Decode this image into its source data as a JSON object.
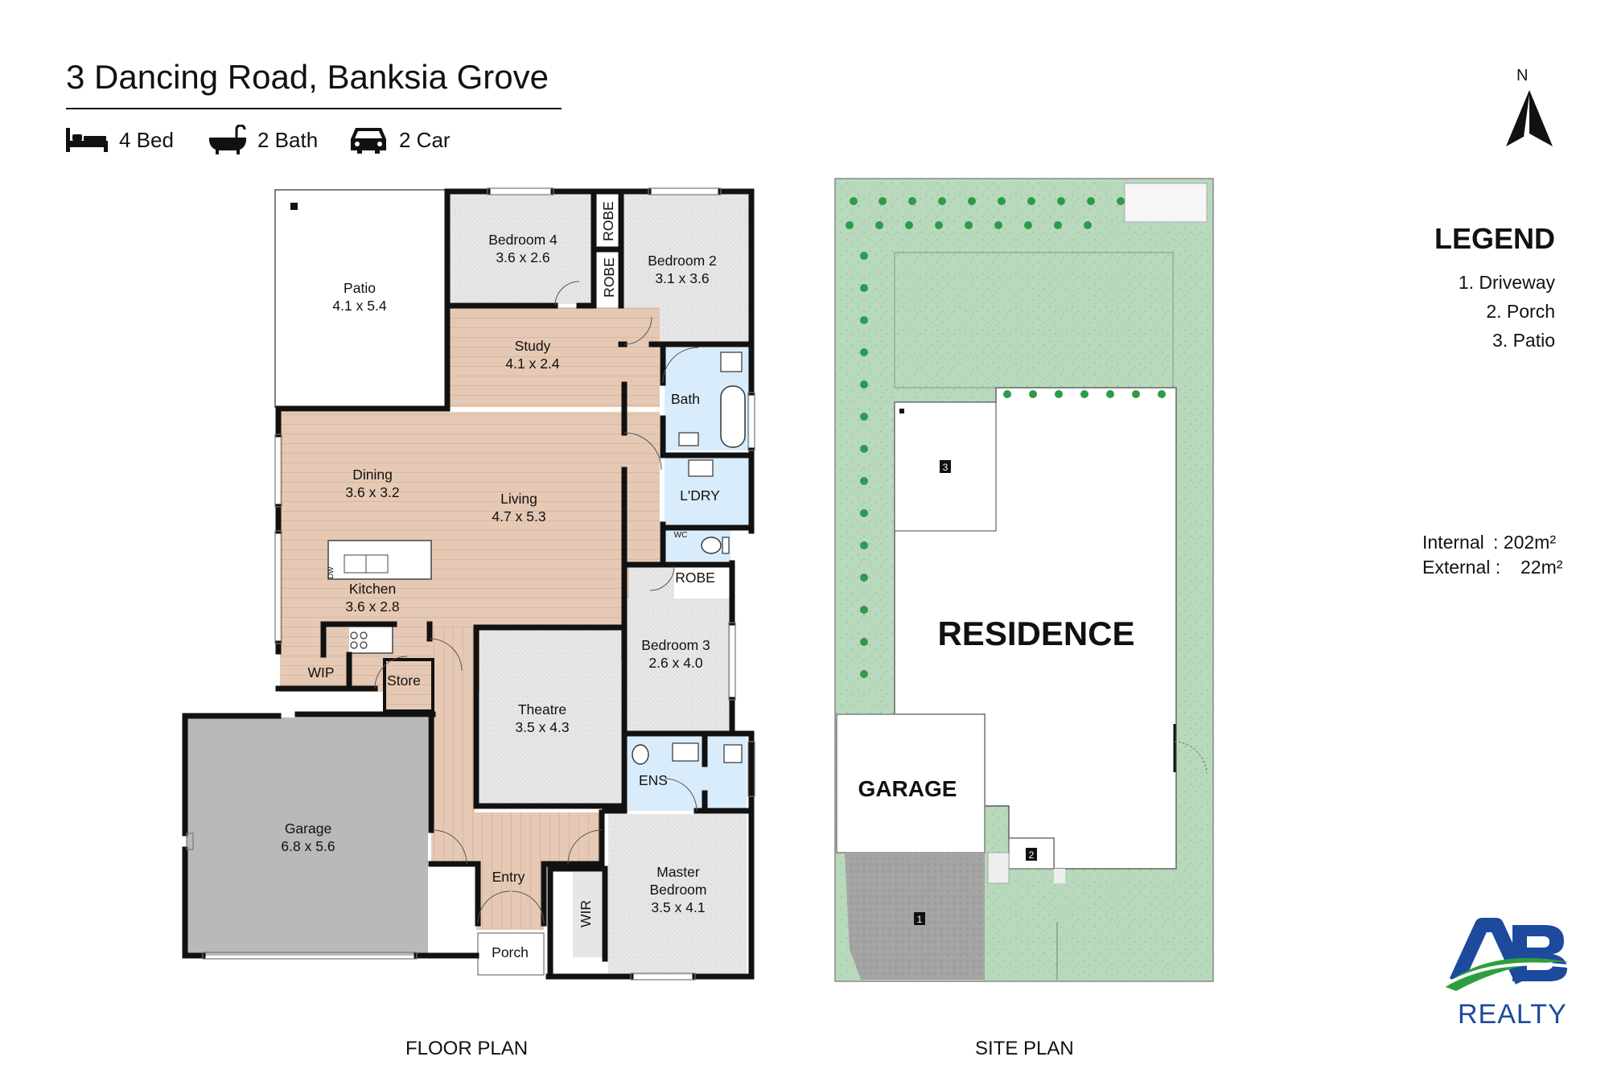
{
  "title": "3 Dancing Road, Banksia Grove",
  "features": [
    {
      "icon": "bed-icon",
      "label": "4 Bed"
    },
    {
      "icon": "bath-icon",
      "label": "2 Bath"
    },
    {
      "icon": "car-icon",
      "label": "2 Car"
    }
  ],
  "north": "N",
  "legend": {
    "title": "LEGEND",
    "items": [
      "1. Driveway",
      "2. Porch",
      "3. Patio"
    ]
  },
  "areas": {
    "internal_label": "Internal",
    "internal_value": ": 202m²",
    "external_label": "External :",
    "external_value": "22m²"
  },
  "floor_plan": {
    "caption": "FLOOR PLAN",
    "rooms": {
      "patio": {
        "name": "Patio",
        "size": "4.1 x 5.4"
      },
      "bedroom4": {
        "name": "Bedroom 4",
        "size": "3.6 x 2.6"
      },
      "bedroom2": {
        "name": "Bedroom 2",
        "size": "3.1 x 3.6"
      },
      "robe1": "ROBE",
      "robe2": "ROBE",
      "study": {
        "name": "Study",
        "size": "4.1 x 2.4"
      },
      "bath": "Bath",
      "laundry": "L'DRY",
      "wc": "WC",
      "robe3": "ROBE",
      "dining": {
        "name": "Dining",
        "size": "3.6 x 3.2"
      },
      "living": {
        "name": "Living",
        "size": "4.7 x 5.3"
      },
      "kitchen": {
        "name": "Kitchen",
        "size": "3.6 x 2.8"
      },
      "dw": "DW",
      "wip": "WIP",
      "store": "Store",
      "bedroom3": {
        "name": "Bedroom 3",
        "size": "2.6 x 4.0"
      },
      "theatre": {
        "name": "Theatre",
        "size": "3.5 x 4.3"
      },
      "ens": "ENS",
      "garage": {
        "name": "Garage",
        "size": "6.8 x 5.6"
      },
      "entry": "Entry",
      "porch": "Porch",
      "wir": "WIR",
      "master": {
        "name1": "Master",
        "name2": "Bedroom",
        "size": "3.5 x 4.1"
      }
    }
  },
  "site_plan": {
    "caption": "SITE PLAN",
    "residence": "RESIDENCE",
    "garage": "GARAGE",
    "tags": [
      "1",
      "2",
      "3"
    ]
  },
  "logo": {
    "letters": "AB",
    "word": "REALTY"
  },
  "colors": {
    "floor_wood": "#e6c9b4",
    "carpet": "#e4e4e4",
    "wet_area": "#d9ecfb",
    "garage": "#b9b9b9",
    "lawn": "#b9d9bd",
    "tree": "#2e9a4a",
    "driveway": "#9a9a9a",
    "logo_blue": "#1d4a9c",
    "logo_green": "#2e9e3c"
  }
}
